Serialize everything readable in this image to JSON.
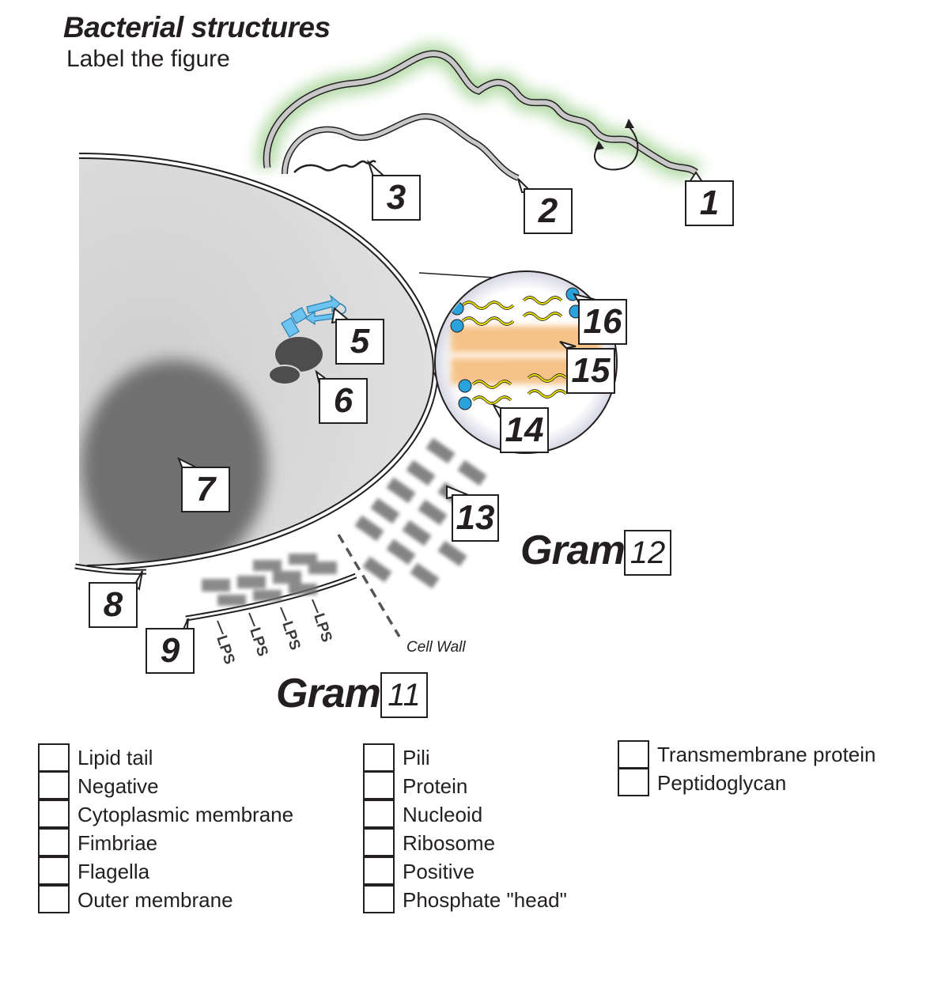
{
  "header": {
    "title": "Bacterial structures",
    "subtitle": "Label the figure"
  },
  "labels": {
    "n1": "1",
    "n2": "2",
    "n3": "3",
    "n5": "5",
    "n6": "6",
    "n7": "7",
    "n8": "8",
    "n9": "9",
    "n13": "13",
    "n14": "14",
    "n15": "15",
    "n16": "16"
  },
  "gram": {
    "label": "Gram",
    "box_12": "12",
    "box_11": "11"
  },
  "annotations": {
    "lps": "LPS",
    "cell_wall": "Cell Wall"
  },
  "word_bank": {
    "col1": [
      "Lipid tail",
      "Negative",
      "Cytoplasmic membrane",
      "Fimbriae",
      "Flagella",
      "Outer membrane"
    ],
    "col2": [
      "Pili",
      "Protein",
      "Nucleoid",
      "Ribosome",
      "Positive",
      "Phosphate \"head\""
    ],
    "col3": [
      "Transmembrane protein",
      "Peptidoglycan"
    ]
  },
  "colors": {
    "cell_fill": "#d9d9d9",
    "nucleoid": "#6f6f6f",
    "flagellum_glow": "#9fd08f",
    "phospholipid_head": "#2aa3dc",
    "lipid_tail": "#e8e000",
    "membrane_band": "#f3b46a",
    "protein": "#6cc3ef",
    "ink": "#231f20"
  }
}
